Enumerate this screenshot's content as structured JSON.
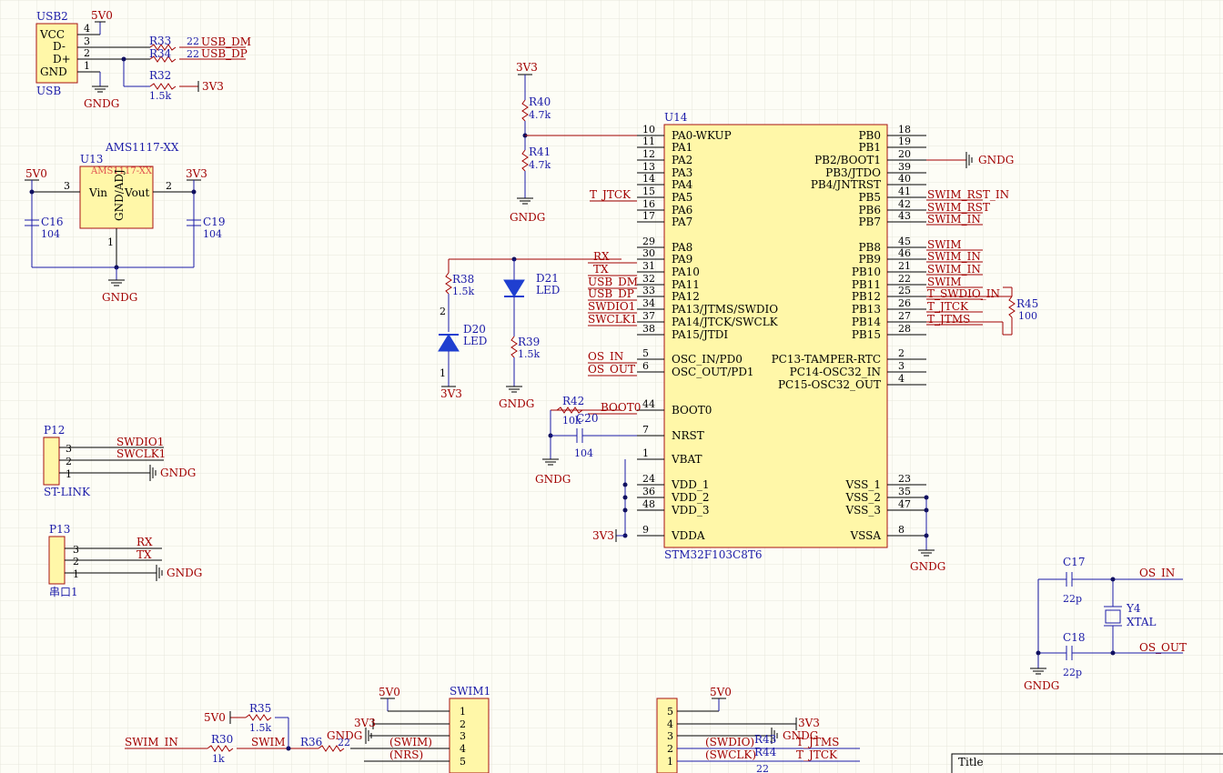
{
  "colors": {
    "background": "#fdfdf6",
    "grid": "#e6e6dc",
    "wire": "#1a1aa8",
    "net": "#a10000",
    "body": "#fff7a8",
    "bodyStroke": "#a81212",
    "pin": "#000000",
    "led": "#1f3fd0",
    "junction": "#101060"
  },
  "usb": {
    "ref": "USB2",
    "name": "USB",
    "pins": [
      "VCC",
      "D-",
      "D+",
      "GND"
    ],
    "pin_nums": [
      "4",
      "3",
      "2",
      "1"
    ],
    "v5": "5V0",
    "gnd": "GNDG",
    "r33": "R33",
    "r34": "R34",
    "r32": "R32",
    "r33_val": "22",
    "r34_val": "22",
    "r32_val": "1.5k",
    "net_dm": "USB_DM",
    "net_dp": "USB_DP",
    "net_3v3": "3V3"
  },
  "ldo": {
    "ref": "U13",
    "name": "AMS1117-XX",
    "body_name": "AMS1117-XX",
    "vin": "Vin",
    "vout": "Vout",
    "gnd_adj": "GND/ADJ",
    "pin_vin": "3",
    "pin_vout": "2",
    "pin_gnd": "1",
    "in_net": "5V0",
    "out_net": "3V3",
    "c16": "C16",
    "c16_val": "104",
    "c19": "C19",
    "c19_val": "104",
    "gnd": "GNDG"
  },
  "boot": {
    "net_top": "3V3",
    "r40": "R40",
    "r40_val": "4.7k",
    "r41": "R41",
    "r41_val": "4.7k",
    "gnd": "GNDG"
  },
  "leds": {
    "r38": "R38",
    "r38_val": "1.5k",
    "d20": "D20",
    "d20_name": "LED",
    "d21": "D21",
    "d21_name": "LED",
    "r39": "R39",
    "r39_val": "1.5k",
    "net_3v3": "3V3",
    "gnd": "GNDG",
    "pin1": "1",
    "pin2": "2"
  },
  "mcu": {
    "ref": "U14",
    "part": "STM32F103C8T6",
    "left_pins": [
      {
        "num": "10",
        "name": "PA0-WKUP",
        "net": ""
      },
      {
        "num": "11",
        "name": "PA1",
        "net": ""
      },
      {
        "num": "12",
        "name": "PA2",
        "net": ""
      },
      {
        "num": "13",
        "name": "PA3",
        "net": ""
      },
      {
        "num": "14",
        "name": "PA4",
        "net": ""
      },
      {
        "num": "15",
        "name": "PA5",
        "net": "T_JTCK"
      },
      {
        "num": "16",
        "name": "PA6",
        "net": ""
      },
      {
        "num": "17",
        "name": "PA7",
        "net": ""
      },
      {
        "num": "29",
        "name": "PA8",
        "net": ""
      },
      {
        "num": "30",
        "name": "PA9",
        "net": "RX"
      },
      {
        "num": "31",
        "name": "PA10",
        "net": "TX"
      },
      {
        "num": "32",
        "name": "PA11",
        "net": "USB_DM"
      },
      {
        "num": "33",
        "name": "PA12",
        "net": "USB_DP"
      },
      {
        "num": "34",
        "name": "PA13/JTMS/SWDIO",
        "net": "SWDIO1"
      },
      {
        "num": "37",
        "name": "PA14/JTCK/SWCLK",
        "net": "SWCLK1"
      },
      {
        "num": "38",
        "name": "PA15/JTDI",
        "net": ""
      },
      {
        "num": "5",
        "name": "OSC_IN/PD0",
        "net": "OS_IN"
      },
      {
        "num": "6",
        "name": "OSC_OUT/PD1",
        "net": "OS_OUT"
      },
      {
        "num": "44",
        "name": "BOOT0",
        "net": "BOOT0"
      },
      {
        "num": "7",
        "name": "NRST",
        "net": ""
      },
      {
        "num": "1",
        "name": "VBAT",
        "net": ""
      },
      {
        "num": "24",
        "name": "VDD_1",
        "net": ""
      },
      {
        "num": "36",
        "name": "VDD_2",
        "net": ""
      },
      {
        "num": "48",
        "name": "VDD_3",
        "net": ""
      },
      {
        "num": "9",
        "name": "VDDA",
        "net": "3V3"
      }
    ],
    "right_pins": [
      {
        "num": "18",
        "name": "PB0",
        "net": ""
      },
      {
        "num": "19",
        "name": "PB1",
        "net": ""
      },
      {
        "num": "20",
        "name": "PB2/BOOT1",
        "net": "GNDG"
      },
      {
        "num": "39",
        "name": "PB3/JTDO",
        "net": ""
      },
      {
        "num": "40",
        "name": "PB4/JNTRST",
        "net": ""
      },
      {
        "num": "41",
        "name": "PB5",
        "net": "SWIM_RST_IN"
      },
      {
        "num": "42",
        "name": "PB6",
        "net": "SWIM_RST"
      },
      {
        "num": "43",
        "name": "PB7",
        "net": "SWIM_IN"
      },
      {
        "num": "45",
        "name": "PB8",
        "net": "SWIM"
      },
      {
        "num": "46",
        "name": "PB9",
        "net": "SWIM_IN"
      },
      {
        "num": "21",
        "name": "PB10",
        "net": "SWIM_IN"
      },
      {
        "num": "22",
        "name": "PB11",
        "net": "SWIM"
      },
      {
        "num": "25",
        "name": "PB12",
        "net": "T_SWDIO_IN"
      },
      {
        "num": "26",
        "name": "PB13",
        "net": "T_JTCK"
      },
      {
        "num": "27",
        "name": "PB14",
        "net": "T_JTMS"
      },
      {
        "num": "28",
        "name": "PB15",
        "net": ""
      },
      {
        "num": "2",
        "name": "PC13-TAMPER-RTC",
        "net": ""
      },
      {
        "num": "3",
        "name": "PC14-OSC32_IN",
        "net": ""
      },
      {
        "num": "4",
        "name": "PC15-OSC32_OUT",
        "net": ""
      },
      {
        "num": "23",
        "name": "VSS_1",
        "net": ""
      },
      {
        "num": "35",
        "name": "VSS_2",
        "net": ""
      },
      {
        "num": "47",
        "name": "VSS_3",
        "net": ""
      },
      {
        "num": "8",
        "name": "VSSA",
        "net": ""
      }
    ],
    "r45": "R45",
    "r45_val": "100",
    "r42": "R42",
    "r42_val": "10k",
    "c20": "C20",
    "c20_val": "104",
    "gnd": "GNDG"
  },
  "stlink": {
    "ref": "P12",
    "name": "ST-LINK",
    "pins": [
      "3",
      "2",
      "1"
    ],
    "nets": [
      "SWDIO1",
      "SWCLK1"
    ],
    "gnd": "GNDG"
  },
  "uart": {
    "ref": "P13",
    "name": "串口1",
    "pins": [
      "3",
      "2",
      "1"
    ],
    "nets": [
      "RX",
      "TX"
    ],
    "gnd": "GNDG"
  },
  "crystal": {
    "c17": "C17",
    "c17_val": "22p",
    "c18": "C18",
    "c18_val": "22p",
    "y4": "Y4",
    "y4_name": "XTAL",
    "os_in": "OS_IN",
    "os_out": "OS_OUT",
    "gnd": "GNDG"
  },
  "swim": {
    "ref": "SWIM1",
    "pins": [
      "1",
      "2",
      "3",
      "4",
      "5"
    ],
    "v5": "5V0",
    "v3": "3V3",
    "gnd": "GNDG",
    "swim_lbl": "(SWIM)",
    "nrs_lbl": "(NRS)",
    "r35": "R35",
    "r35_val": "1.5k",
    "r30": "R30",
    "r30_val": "1k",
    "r36": "R36",
    "r36_val": "22",
    "net_in": "SWIM_IN",
    "net_swim": "SWIM",
    "v5b": "5V0"
  },
  "swd": {
    "pins": [
      "5",
      "4",
      "3",
      "2",
      "1"
    ],
    "v5": "5V0",
    "v3": "3V3",
    "gnd": "GNDG",
    "swdio_lbl": "(SWDIO)",
    "swclk_lbl": "(SWCLK)",
    "r_ref": "R43",
    "r_ref2": "R44",
    "r_val": "22",
    "net_tms": "T_JTMS",
    "net_tck": "T_JTCK"
  },
  "title_block": {
    "title": "Title"
  }
}
